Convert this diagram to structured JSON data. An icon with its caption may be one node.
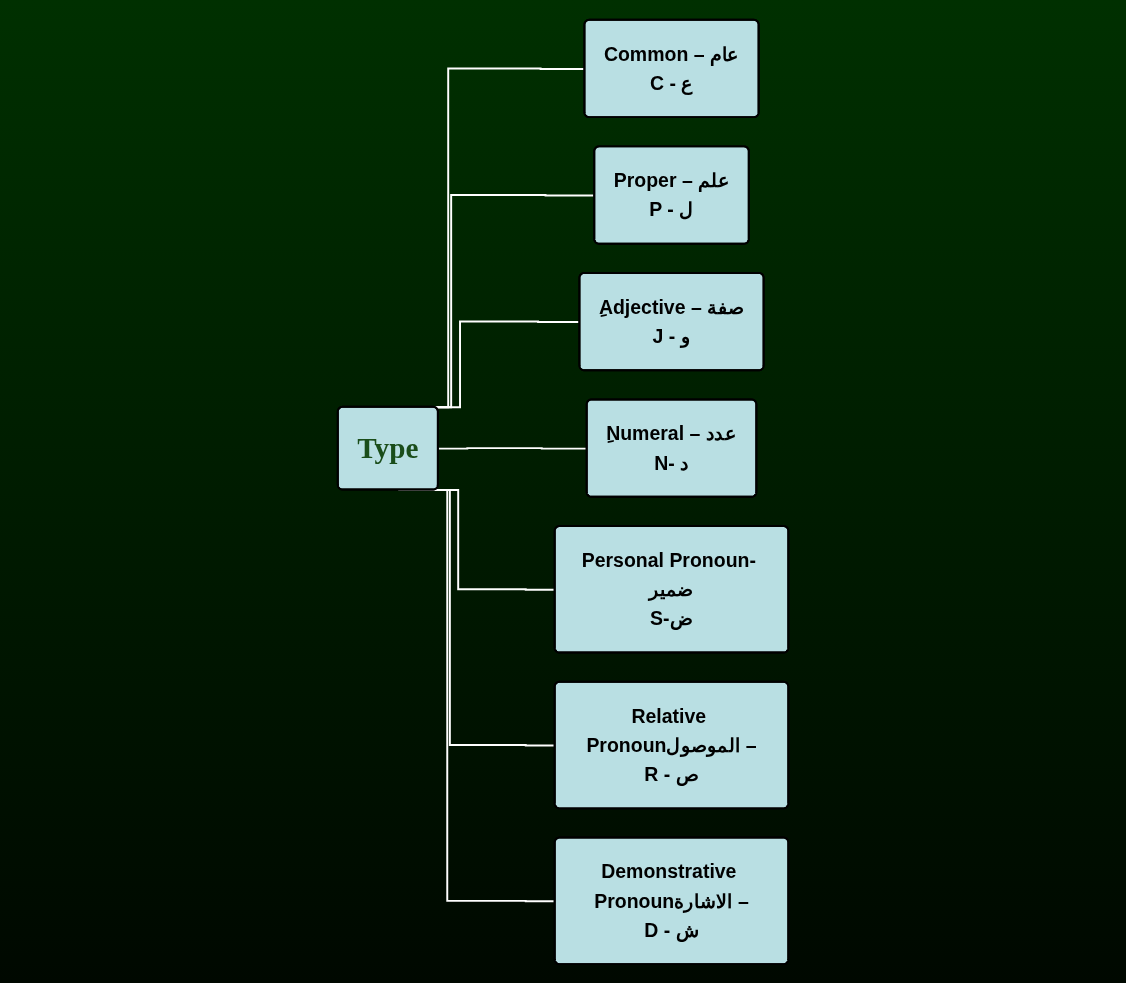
{
  "diagram": {
    "nodes": [
      {
        "text": [
          "Type"
        ]
      },
      {
        "text": [
          "Common – عام",
          "C - ع"
        ]
      },
      {
        "text": [
          "Proper – علم",
          "P - ل"
        ]
      },
      {
        "text": [
          "ِAdjective – صفة",
          "J - و"
        ]
      },
      {
        "text": [
          "ِNumeral – عدد",
          "N- د"
        ]
      },
      {
        "text": [
          "Personal Pronoun- ضمير",
          "S-ض"
        ]
      },
      {
        "text": [
          "Relative Pronounالموصول –",
          "R - ص"
        ]
      },
      {
        "text": [
          "Demonstrative Pronounالاشارة –",
          "D - ش"
        ]
      }
    ],
    "edges": [
      {
        "from": 0,
        "to": 1,
        "arrow": "none"
      },
      {
        "from": 0,
        "to": 2,
        "arrow": "none"
      },
      {
        "from": 0,
        "to": 3,
        "arrow": "none"
      },
      {
        "from": 0,
        "to": 4,
        "arrow": "none"
      },
      {
        "from": 0,
        "to": 5,
        "arrow": "none"
      },
      {
        "from": 0,
        "to": 6,
        "arrow": "none"
      },
      {
        "from": 0,
        "to": 7,
        "arrow": "none"
      }
    ]
  }
}
